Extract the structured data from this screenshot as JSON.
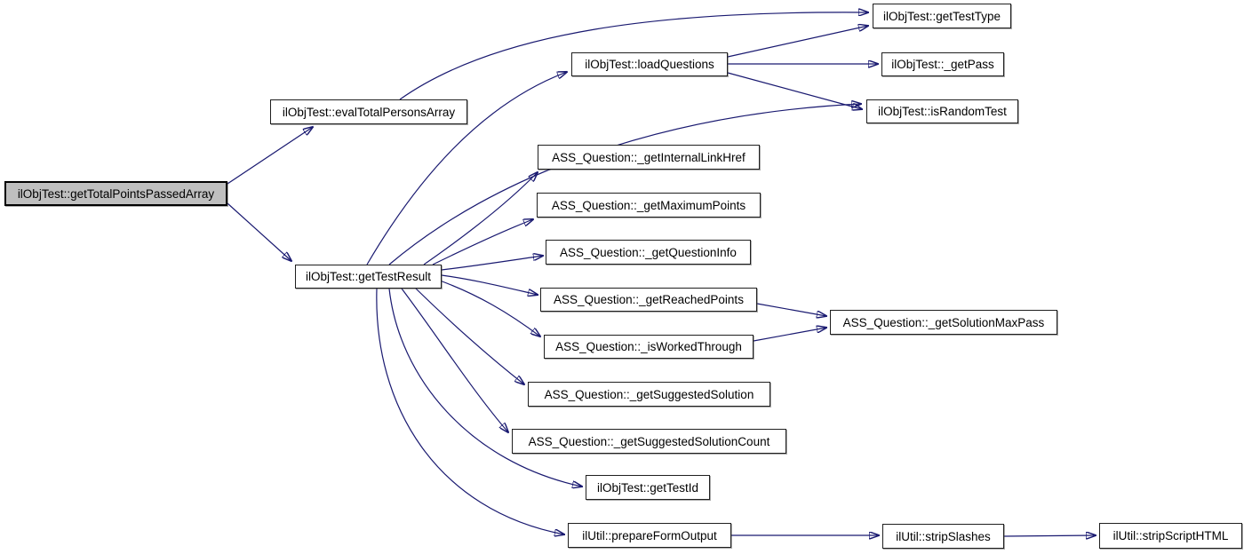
{
  "diagram": {
    "type": "call-graph",
    "colors": {
      "background": "#ffffff",
      "edge": "#191970",
      "node_fill": "#ffffff",
      "node_border": "#1f1f1f",
      "root_fill": "#bfbfbf",
      "text": "#000000"
    },
    "nodes": [
      {
        "id": "getTotalPointsPassedArray",
        "label": "ilObjTest::getTotalPointsPassedArray"
      },
      {
        "id": "evalTotalPersonsArray",
        "label": "ilObjTest::evalTotalPersonsArray"
      },
      {
        "id": "loadQuestions",
        "label": "ilObjTest::loadQuestions"
      },
      {
        "id": "getTestType",
        "label": "ilObjTest::getTestType"
      },
      {
        "id": "_getPass",
        "label": "ilObjTest::_getPass"
      },
      {
        "id": "isRandomTest",
        "label": "ilObjTest::isRandomTest"
      },
      {
        "id": "getTestResult",
        "label": "ilObjTest::getTestResult"
      },
      {
        "id": "_getInternalLinkHref",
        "label": "ASS_Question::_getInternalLinkHref"
      },
      {
        "id": "_getMaximumPoints",
        "label": "ASS_Question::_getMaximumPoints"
      },
      {
        "id": "_getQuestionInfo",
        "label": "ASS_Question::_getQuestionInfo"
      },
      {
        "id": "_getReachedPoints",
        "label": "ASS_Question::_getReachedPoints"
      },
      {
        "id": "_isWorkedThrough",
        "label": "ASS_Question::_isWorkedThrough"
      },
      {
        "id": "_getSolutionMaxPass",
        "label": "ASS_Question::_getSolutionMaxPass"
      },
      {
        "id": "_getSuggestedSolution",
        "label": "ASS_Question::_getSuggestedSolution"
      },
      {
        "id": "_getSuggestedSolutionCount",
        "label": "ASS_Question::_getSuggestedSolutionCount"
      },
      {
        "id": "getTestId",
        "label": "ilObjTest::getTestId"
      },
      {
        "id": "prepareFormOutput",
        "label": "ilUtil::prepareFormOutput"
      },
      {
        "id": "stripSlashes",
        "label": "ilUtil::stripSlashes"
      },
      {
        "id": "stripScriptHTML",
        "label": "ilUtil::stripScriptHTML"
      }
    ],
    "edges": [
      {
        "from": "getTotalPointsPassedArray",
        "to": "evalTotalPersonsArray"
      },
      {
        "from": "getTotalPointsPassedArray",
        "to": "getTestResult"
      },
      {
        "from": "evalTotalPersonsArray",
        "to": "getTestType"
      },
      {
        "from": "getTestResult",
        "to": "loadQuestions"
      },
      {
        "from": "getTestResult",
        "to": "isRandomTest"
      },
      {
        "from": "loadQuestions",
        "to": "getTestType"
      },
      {
        "from": "loadQuestions",
        "to": "_getPass"
      },
      {
        "from": "loadQuestions",
        "to": "isRandomTest"
      },
      {
        "from": "getTestResult",
        "to": "_getInternalLinkHref"
      },
      {
        "from": "getTestResult",
        "to": "_getMaximumPoints"
      },
      {
        "from": "getTestResult",
        "to": "_getQuestionInfo"
      },
      {
        "from": "getTestResult",
        "to": "_getReachedPoints"
      },
      {
        "from": "getTestResult",
        "to": "_isWorkedThrough"
      },
      {
        "from": "getTestResult",
        "to": "_getSuggestedSolution"
      },
      {
        "from": "getTestResult",
        "to": "_getSuggestedSolutionCount"
      },
      {
        "from": "getTestResult",
        "to": "getTestId"
      },
      {
        "from": "getTestResult",
        "to": "prepareFormOutput"
      },
      {
        "from": "_getReachedPoints",
        "to": "_getSolutionMaxPass"
      },
      {
        "from": "_isWorkedThrough",
        "to": "_getSolutionMaxPass"
      },
      {
        "from": "prepareFormOutput",
        "to": "stripSlashes"
      },
      {
        "from": "stripSlashes",
        "to": "stripScriptHTML"
      }
    ]
  }
}
